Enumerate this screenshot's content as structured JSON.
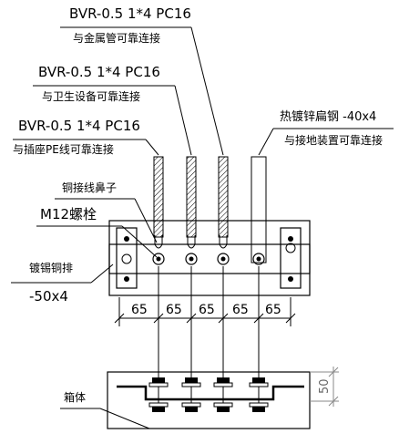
{
  "labels": {
    "wire1_spec": "BVR-0.5 1*4  PC16",
    "wire1_desc": "与金属管可靠连接",
    "wire2_spec": "BVR-0.5 1*4  PC16",
    "wire2_desc": "与卫生设备可靠连接",
    "wire3_spec": "BVR-0.5 1*4  PC16",
    "wire3_desc": "与插座PE线可靠连接",
    "steel_spec": "热镀锌扁钢  -40x4",
    "steel_desc": "与接地装置可靠连接",
    "lug": "铜接线鼻子",
    "bolt": "M12螺栓",
    "busbar": "镀锡铜排",
    "busbar_size": "-50x4",
    "box": "箱体"
  },
  "dimensions": {
    "spacings": [
      "65",
      "65",
      "65",
      "65",
      "65"
    ],
    "height": "50"
  },
  "colors": {
    "line": "#000000",
    "dim_gray": "#888888"
  }
}
